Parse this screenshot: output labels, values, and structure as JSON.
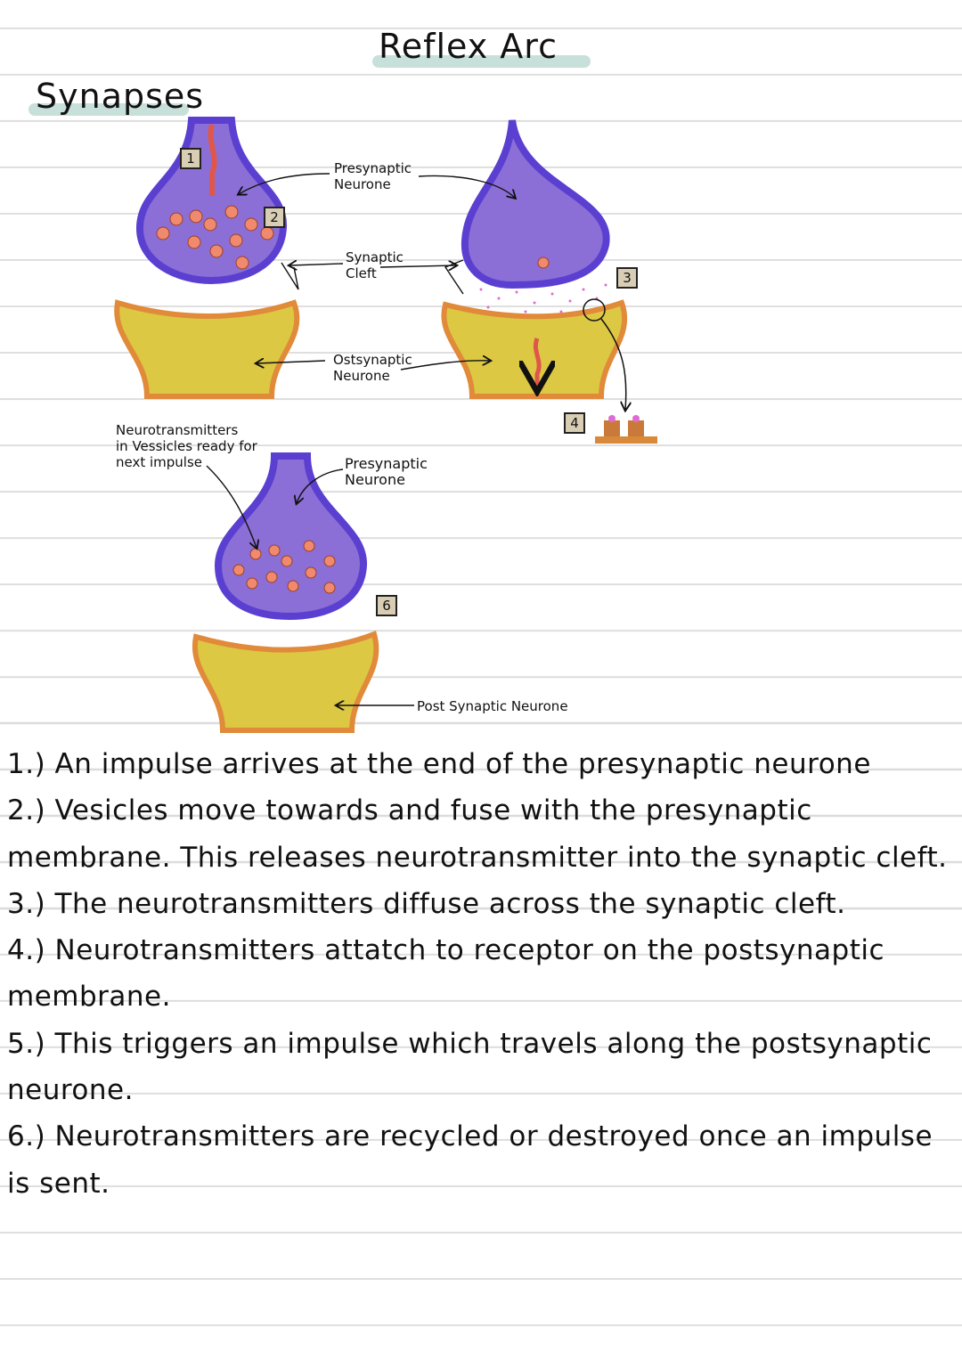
{
  "page_title": "Reflex Arc",
  "section_title": "Synapses",
  "diagram": {
    "step_badges": [
      "1",
      "2",
      "3",
      "4",
      "6"
    ],
    "labels": {
      "presynaptic_top": "Presynaptic\nNeurone",
      "synaptic_cleft": "Synaptic\nCleft",
      "postsynaptic_top": "Ostsynaptic\nNeurone",
      "vesicles_note": "Neurotransmitters\nin Vessicles ready for\nnext impulse",
      "presynaptic_bottom": "Presynaptic\nNeurone",
      "postsynaptic_bottom": "Post Synaptic Neurone"
    },
    "colors": {
      "presynaptic": "#8b6fd6",
      "presynaptic_edge": "#5b3fd0",
      "postsynaptic": "#dcc843",
      "postsynaptic_edge": "#e08a3a",
      "vesicle": "#ef8a6e",
      "impulse": "#e0574a"
    }
  },
  "notes": [
    "1.) An impulse arrives at the end of the presynaptic neurone",
    "2.) Vesicles move towards and fuse with the presynaptic membrane. This releases neurotransmitter into the synaptic cleft.",
    "3.) The neurotransmitters diffuse across the synaptic cleft.",
    "4.) Neurotransmitters attatch to receptor on the postsynaptic membrane.",
    "5.) This triggers an impulse which travels along the postsynaptic neurone.",
    "6.) Neurotransmitters are recycled or destroyed once an impulse is sent."
  ]
}
